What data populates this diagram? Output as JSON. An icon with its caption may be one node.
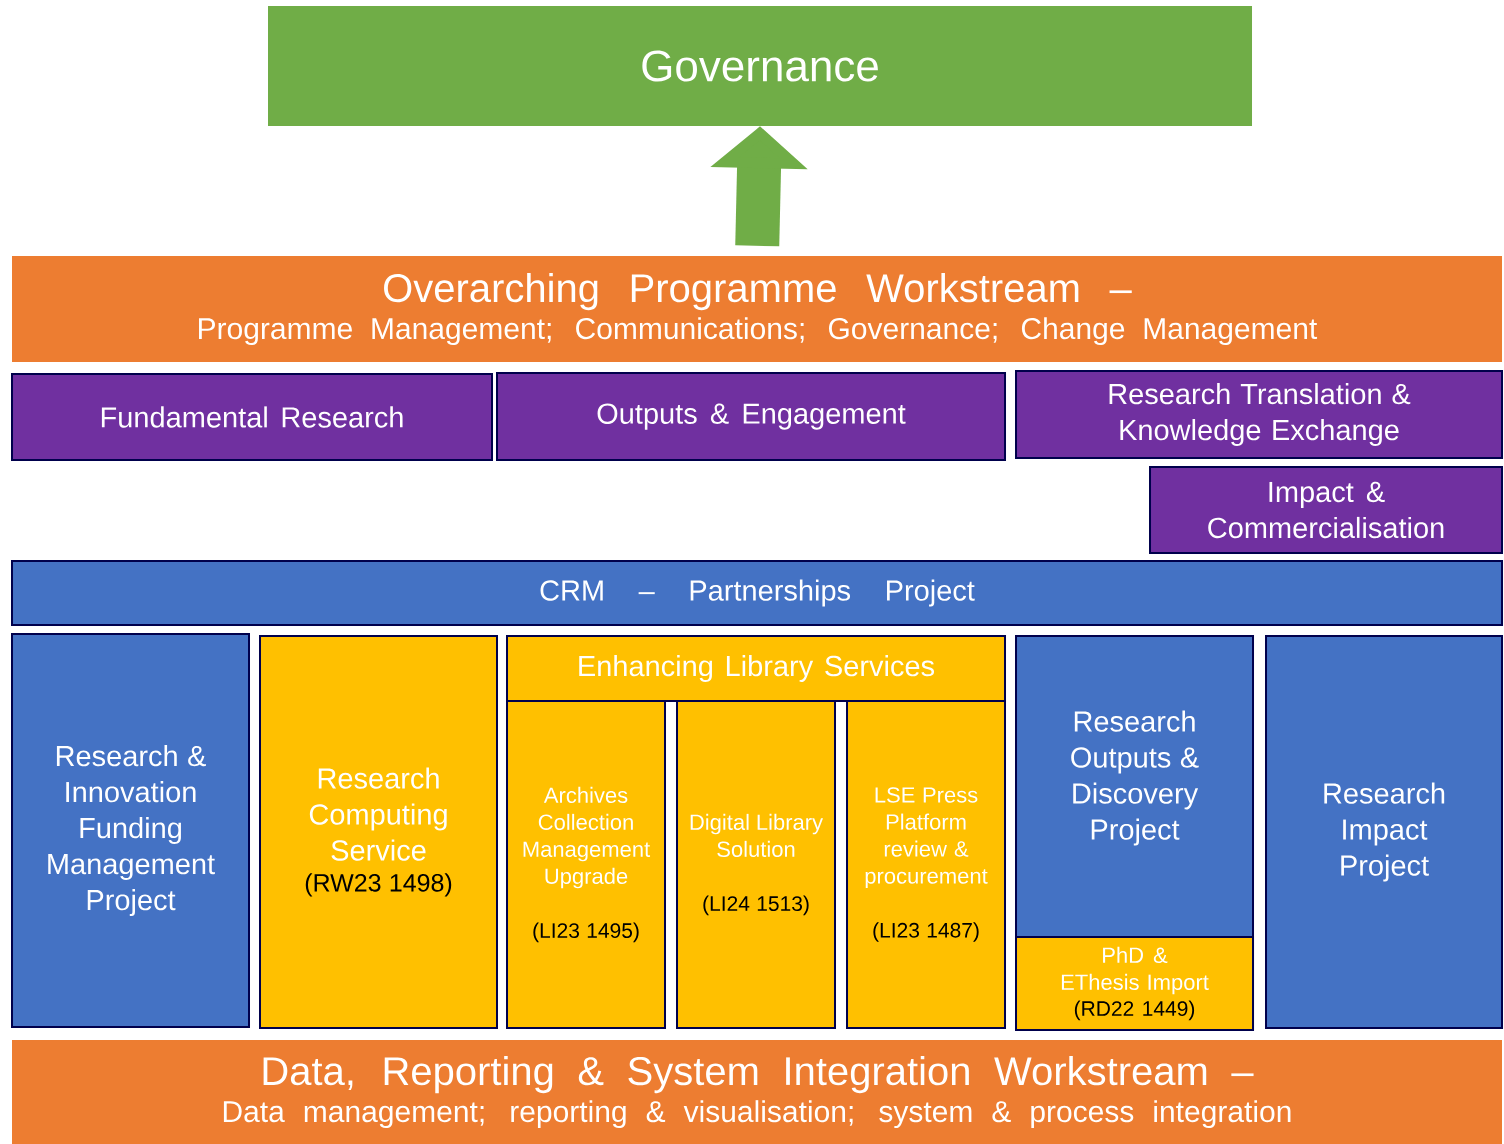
{
  "diagram": {
    "nodes": [
      {
        "text": [
          "Governance"
        ]
      },
      {
        "text": [
          "Overarching Programme Workstream –",
          "Programme Management; Communications; Governance; Change Management"
        ]
      },
      {
        "text": [
          "Fundamental Research"
        ]
      },
      {
        "text": [
          "Outputs & Engagement"
        ]
      },
      {
        "text": [
          "Research Translation & Knowledge Exchange"
        ]
      },
      {
        "text": [
          "Impact & Commercialisation"
        ]
      },
      {
        "text": [
          "CRM – Partnerships Project"
        ]
      },
      {
        "text": [
          "Research & Innovation Funding Management Project"
        ]
      },
      {
        "text": [
          "Research Computing Service",
          "(RW23 1498)"
        ]
      },
      {
        "text": [
          "Enhancing Library Services"
        ]
      },
      {
        "text": [
          "Archives Collection Management Upgrade",
          "(LI23 1495)"
        ]
      },
      {
        "text": [
          "Digital Library Solution",
          "(LI24 1513)"
        ]
      },
      {
        "text": [
          "LSE Press Platform review & procurement",
          "(LI23 1487)"
        ]
      },
      {
        "text": [
          "Research Outputs & Discovery Project"
        ]
      },
      {
        "text": [
          "PhD & EThesis Import",
          "(RD22 1449)"
        ],
        "in": 13
      },
      {
        "text": [
          "Research Impact Project"
        ]
      },
      {
        "text": [
          "Data, Reporting & System Integration Workstream –",
          "Data management; reporting & visualisation; system & process integration"
        ]
      }
    ],
    "edges": [
      {
        "from": 1,
        "to": 0,
        "arrow": "to",
        "color": "#70ad47"
      }
    ]
  }
}
